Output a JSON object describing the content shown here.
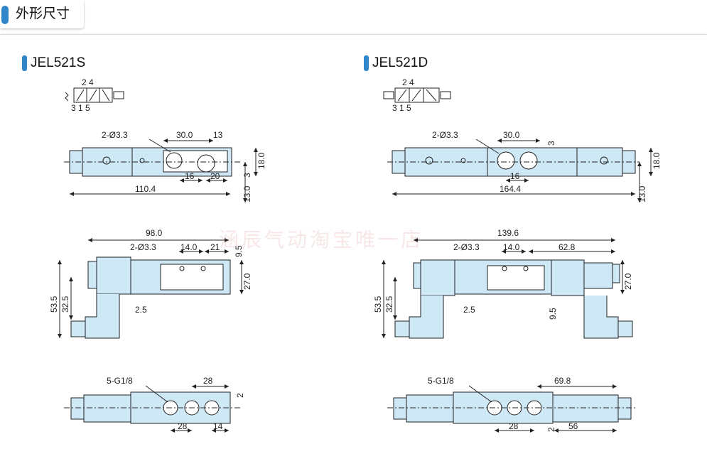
{
  "header": {
    "title": "外形尺寸"
  },
  "models": {
    "left": {
      "name": "JEL521S"
    },
    "right": {
      "name": "JEL521D"
    }
  },
  "symbol": {
    "ports_top": "2 4",
    "ports_bottom": "3 1 5"
  },
  "dims_left": {
    "top": {
      "holes": "2-Ø3.3",
      "d1": "30.0",
      "d2": "13",
      "w16": "16",
      "w20": "20",
      "len": "110.4",
      "v3": "3",
      "v18": "18.0",
      "v13": "13.0"
    },
    "side": {
      "len": "98.0",
      "holes": "2-Ø3.3",
      "d14": "14.0",
      "d21": "21",
      "v95": "9.5",
      "v27": "27.0",
      "h535": "53.5",
      "h325": "32.5",
      "d25": "2.5"
    },
    "bottom": {
      "ports": "5-G1/8",
      "d28top": "28",
      "d28": "28",
      "d14": "14",
      "v2": "2"
    }
  },
  "dims_right": {
    "top": {
      "holes": "2-Ø3.3",
      "d1": "30.0",
      "w16": "16",
      "len": "164.4",
      "v3": "3",
      "v18": "18.0",
      "v13": "13.0"
    },
    "side": {
      "len": "139.6",
      "holes": "2-Ø3.3",
      "d14": "14.0",
      "d628": "62.8",
      "v27": "27.0",
      "v95": "9.5",
      "h535": "53.5",
      "h325": "32.5",
      "d25": "2.5"
    },
    "bottom": {
      "ports": "5-G1/8",
      "d698": "69.8",
      "d28": "28",
      "d2": "2",
      "d56": "56"
    }
  },
  "watermark": "涵辰气动淘宝唯一店",
  "colors": {
    "accent": "#2f86c8",
    "part_fill": "#cfe8f6",
    "line": "#222222"
  }
}
